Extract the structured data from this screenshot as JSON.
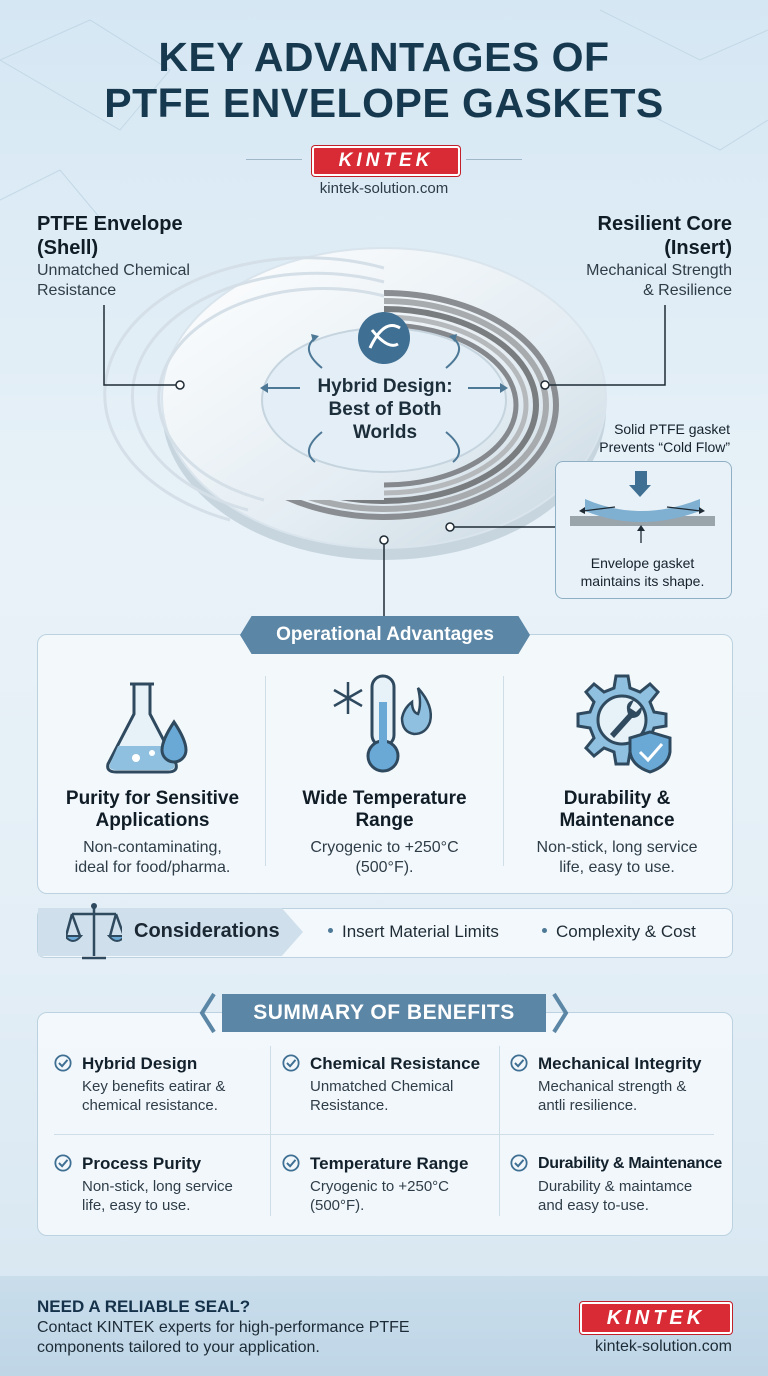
{
  "header": {
    "title_line1": "KEY ADVANTAGES OF",
    "title_line2": "PTFE ENVELOPE GASKETS",
    "brand": "KINTEK",
    "site": "kintek-solution.com"
  },
  "diagram": {
    "left_title_1": "PTFE Envelope",
    "left_title_2": "(Shell)",
    "left_sub_1": "Unmatched Chemical",
    "left_sub_2": "Resistance",
    "right_title_1": "Resilient Core",
    "right_title_2": "(Insert)",
    "right_sub_1": "Mechanical Strength",
    "right_sub_2": "& Resilience",
    "center_1": "Hybrid Design:",
    "center_2": "Best of Both",
    "center_3": "Worlds",
    "cold_title_1": "Solid PTFE gasket",
    "cold_title_2": "Prevents “Cold Flow”",
    "cold_caption_1": "Envelope gasket",
    "cold_caption_2": "maintains its shape."
  },
  "operational": {
    "heading": "Operational Advantages",
    "items": [
      {
        "title_1": "Purity for Sensitive",
        "title_2": "Applications",
        "sub_1": "Non-contaminating,",
        "sub_2": "ideal for food/pharma.",
        "icon": "flask-droplet-icon"
      },
      {
        "title_1": "Wide Temperature",
        "title_2": "Range",
        "sub_1": "Cryogenic to +250°C",
        "sub_2": "(500°F).",
        "icon": "thermometer-icon"
      },
      {
        "title_1": "Durability &",
        "title_2": "Maintenance",
        "sub_1": "Non-stick, long service",
        "sub_2": "life, easy to use.",
        "icon": "gear-wrench-shield-icon"
      }
    ]
  },
  "considerations": {
    "heading": "Considerations",
    "items": [
      "Insert Material Limits",
      "Complexity & Cost"
    ],
    "icon": "balance-scale-icon"
  },
  "summary": {
    "heading": "SUMMARY OF BENEFITS",
    "items": [
      {
        "title": "Hybrid Design",
        "sub_1": "Key benefits eatirar &",
        "sub_2": "chemical resistance."
      },
      {
        "title": "Chemical Resistance",
        "sub_1": "Unmatched Chemical",
        "sub_2": "Resistance."
      },
      {
        "title": "Mechanical Integrity",
        "sub_1": "Mechanical strength &",
        "sub_2": "antli resilience."
      },
      {
        "title": "Process Purity",
        "sub_1": "Non-stick, long service",
        "sub_2": "life, easy to use."
      },
      {
        "title": "Temperature Range",
        "sub_1": "Cryogenic to +250°C",
        "sub_2": "(500°F)."
      },
      {
        "title": "Durability & Maintenance",
        "sub_1": "Durability & maintamce",
        "sub_2": "and easy to-use."
      }
    ]
  },
  "footer": {
    "title": "NEED A RELIABLE SEAL?",
    "text_1": "Contact KINTEK experts for high-performance PTFE",
    "text_2": "components tailored to your application.",
    "brand": "KINTEK",
    "site": "kintek-solution.com"
  },
  "colors": {
    "title": "#17394f",
    "brand_red": "#d92b35",
    "ribbon": "#5b86a6",
    "accent": "#4d7896"
  }
}
